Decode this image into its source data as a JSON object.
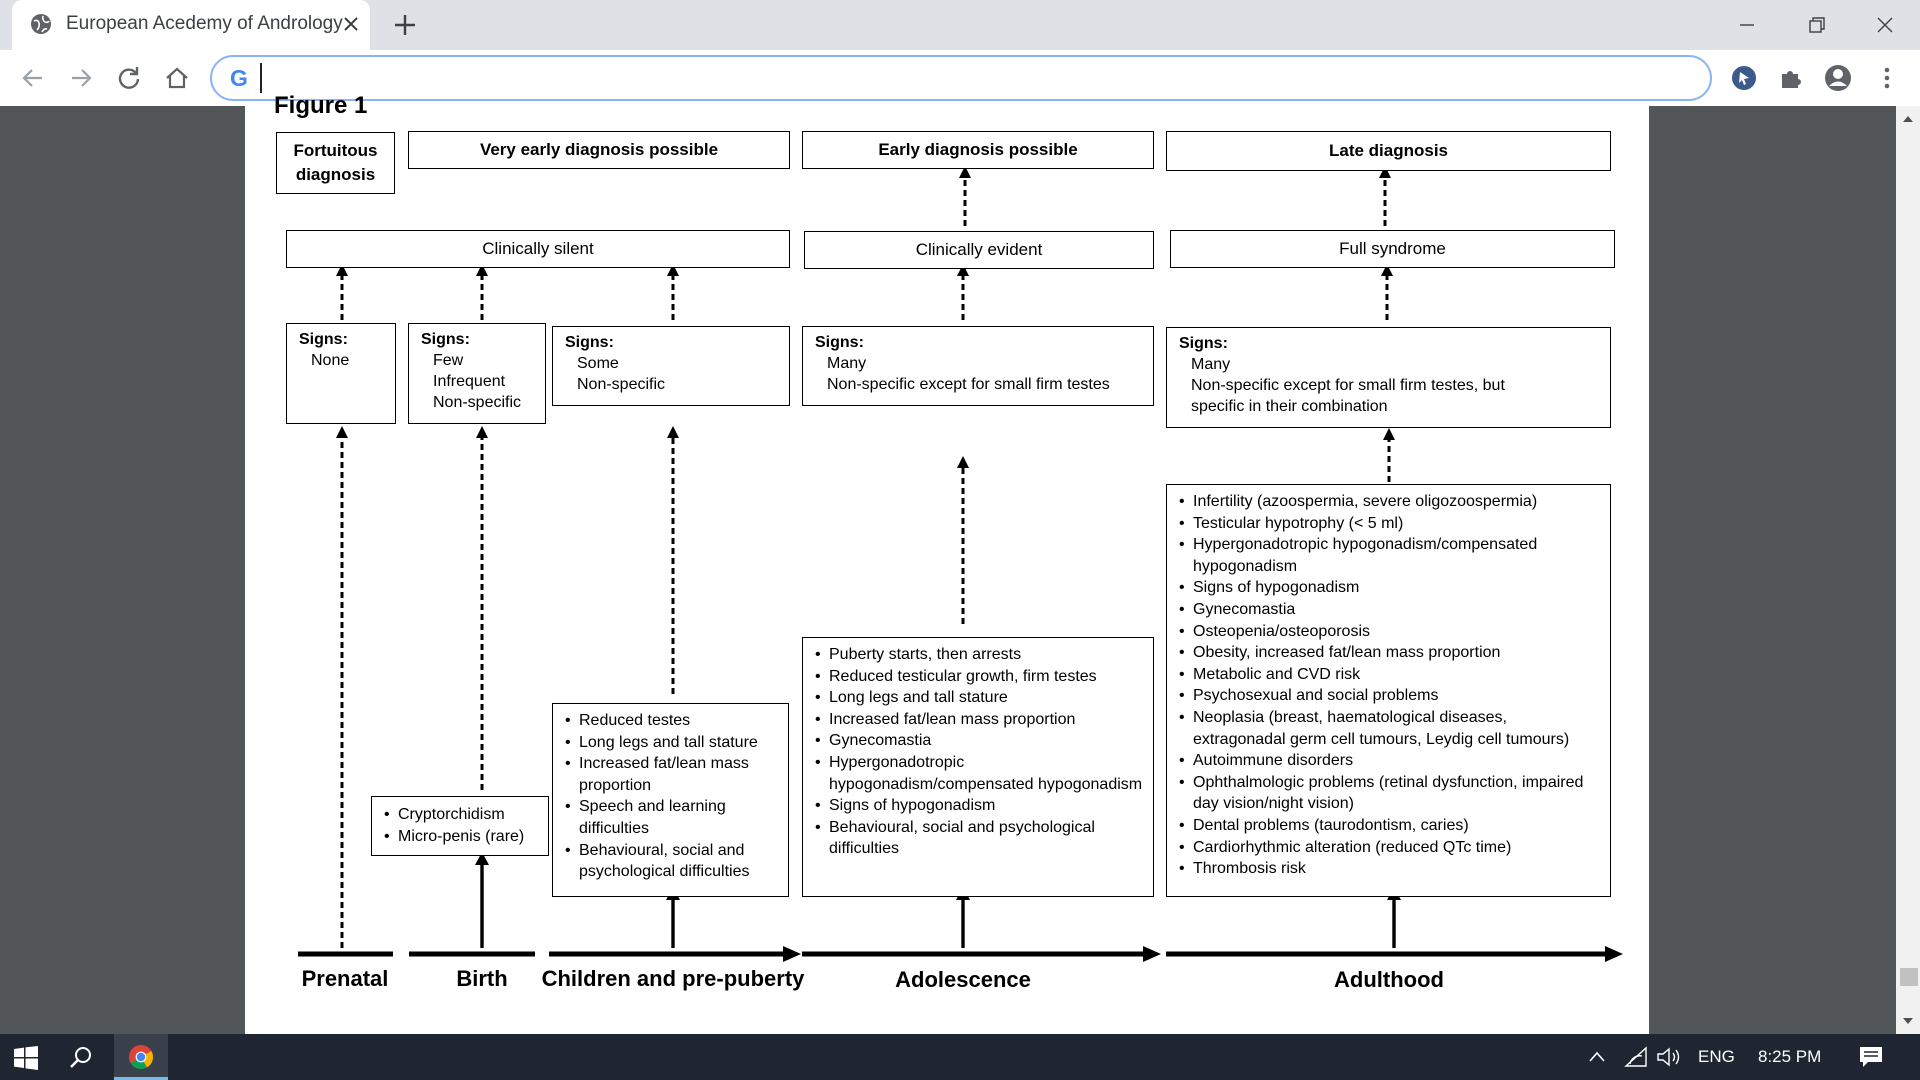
{
  "browser": {
    "tab_title": "European Acedemy of Andrology",
    "omnibox_placeholder": ""
  },
  "figure": {
    "caption": "Figure 1",
    "headers": {
      "fortuitous": "Fortuitous diagnosis",
      "very_early": "Very early diagnosis possible",
      "early": "Early diagnosis possible",
      "late": "Late diagnosis"
    },
    "clinical": {
      "silent": "Clinically silent",
      "evident": "Clinically evident",
      "full": "Full syndrome"
    },
    "signs": [
      {
        "title": "Signs:",
        "lines": [
          "None"
        ]
      },
      {
        "title": "Signs:",
        "lines": [
          "Few",
          "Infrequent",
          "Non-specific"
        ]
      },
      {
        "title": "Signs:",
        "lines": [
          "Some",
          "Non-specific"
        ]
      },
      {
        "title": "Signs:",
        "lines": [
          "Many",
          "Non-specific except for small firm testes"
        ]
      },
      {
        "title": "Signs:",
        "lines": [
          "Many",
          "Non-specific except for small firm testes, but",
          "specific in their combination"
        ]
      }
    ],
    "features": {
      "birth": [
        "Cryptorchidism",
        "Micro-penis (rare)"
      ],
      "children": [
        "Reduced testes",
        "Long legs and tall stature",
        "Increased fat/lean mass proportion",
        "Speech and learning difficulties",
        "Behavioural, social and psychological difficulties"
      ],
      "adolescence": [
        "Puberty starts, then arrests",
        "Reduced testicular growth, firm testes",
        "Long legs and tall stature",
        "Increased fat/lean mass proportion",
        "Gynecomastia",
        "Hypergonadotropic hypogonadism/compensated hypogonadism",
        "Signs of hypogonadism",
        "Behavioural, social and psychological difficulties"
      ],
      "adulthood": [
        "Infertility (azoospermia, severe oligozoospermia)",
        "Testicular hypotrophy (< 5 ml)",
        "Hypergonadotropic hypogonadism/compensated hypogonadism",
        "Signs of hypogonadism",
        "Gynecomastia",
        "Osteopenia/osteoporosis",
        "Obesity, increased fat/lean mass proportion",
        "Metabolic and CVD risk",
        "Psychosexual and social problems",
        "Neoplasia (breast, haematological diseases, extragonadal germ cell tumours, Leydig cell tumours)",
        "Autoimmune disorders",
        "Ophthalmologic problems (retinal dysfunction, impaired day vision/night vision)",
        "Dental problems (taurodontism, caries)",
        "Cardiorhythmic alteration (reduced QTc time)",
        "Thrombosis risk"
      ]
    },
    "timeline": {
      "prenatal": "Prenatal",
      "birth": "Birth",
      "children": "Children and pre-puberty",
      "adolescence": "Adolescence",
      "adulthood": "Adulthood"
    }
  },
  "taskbar": {
    "language": "ENG",
    "time": "8:25 PM"
  }
}
